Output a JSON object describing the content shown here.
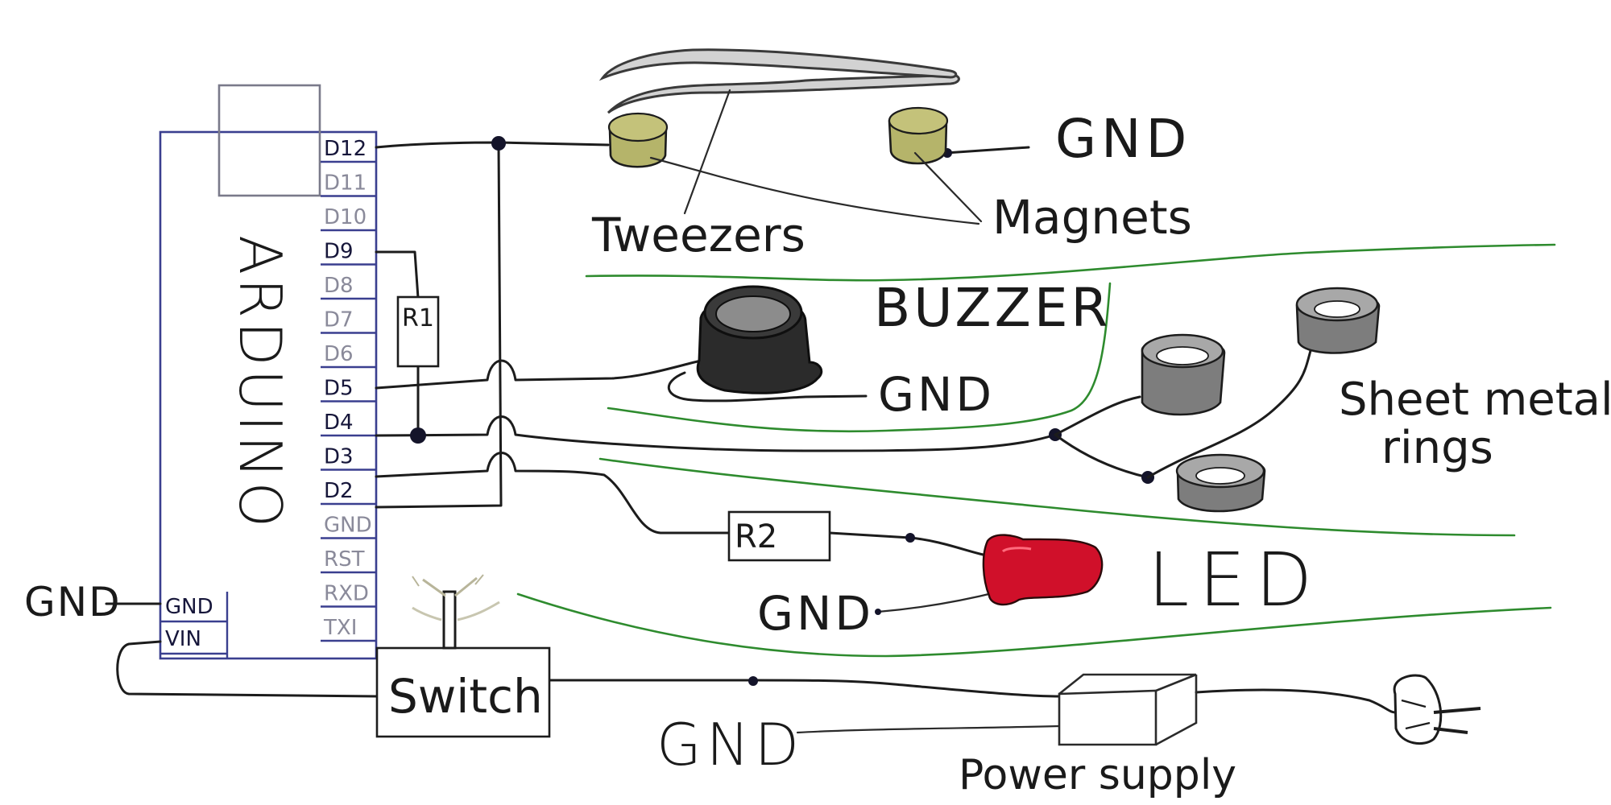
{
  "colors": {
    "arduino_outline": "#3a3f8f",
    "pin_active": "#16163a",
    "pin_inactive": "#8a8a9a",
    "divider": "#2e8b2e",
    "magnet": "#b5b46a",
    "tweezers": "#c9c9c9",
    "buzzer": "#2b2b2b",
    "rings": "#7d7d7d",
    "led": "#d0102a",
    "wire": "#1c1c1c"
  },
  "arduino": {
    "label": "ARDUINO",
    "right_pins": [
      "D12",
      "D11",
      "D10",
      "D9",
      "D8",
      "D7",
      "D6",
      "D5",
      "D4",
      "D3",
      "D2",
      "GND",
      "RST",
      "RXD",
      "TXI"
    ],
    "active_right_pins": [
      "D12",
      "D9",
      "D5",
      "D4",
      "D3",
      "D2"
    ],
    "left_pins": [
      "GND",
      "VIN"
    ]
  },
  "components": {
    "r1": "R1",
    "r2": "R2",
    "switch": "Switch",
    "power_supply": "Power supply"
  },
  "labels": {
    "gnd_tweezers": "GND",
    "tweezers": "Tweezers",
    "magnets": "Magnets",
    "buzzer": "BUZZER",
    "gnd_buzzer": "GND",
    "sheet_metal_rings": [
      "Sheet metal",
      "rings"
    ],
    "led": "LED",
    "gnd_led": "GND",
    "gnd_left": "GND",
    "gnd_power": "GND"
  },
  "icons": [
    "tweezers-icon",
    "magnet-icon",
    "buzzer-icon",
    "sheet-metal-ring-icon",
    "led-icon",
    "switch-lever-icon",
    "power-plug-icon"
  ]
}
